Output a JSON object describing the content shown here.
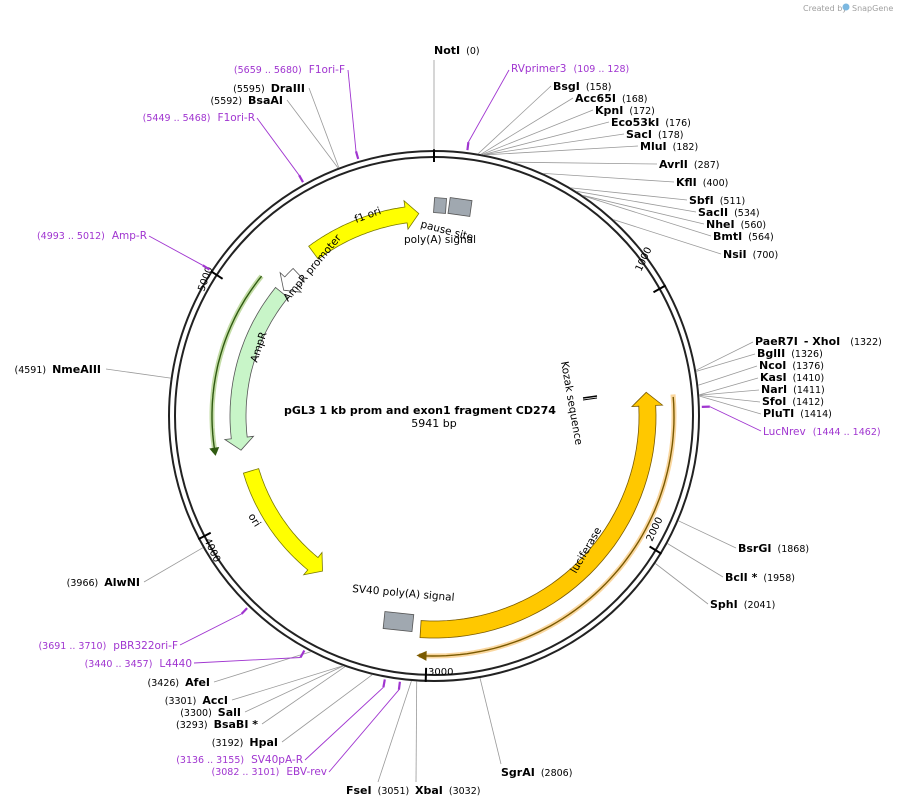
{
  "credit": {
    "prefix": "Created by",
    "brand": "SnapGene"
  },
  "plasmid": {
    "name": "pGL3 1 kb prom and exon1 fragment CD274",
    "size_label": "5941 bp",
    "length": 5941
  },
  "colors": {
    "primer": "#a035d0",
    "feature_yellow": "#ffff00",
    "ampr_green": "#c8f5c8",
    "luciferase_orange": "#ffc800",
    "pause_gray": "#a0a8b0"
  },
  "ticks": [
    {
      "label": "1000",
      "pos": 1000
    },
    {
      "label": "2000",
      "pos": 2000
    },
    {
      "label": "3000",
      "pos": 3000
    },
    {
      "label": "4000",
      "pos": 4000
    },
    {
      "label": "5000",
      "pos": 5000
    }
  ],
  "sites": [
    {
      "name": "NotI",
      "pos_label": "(0)",
      "pos": 0
    },
    {
      "name": "BsgI",
      "pos_label": "(158)",
      "pos": 158
    },
    {
      "name": "Acc65I",
      "pos_label": "(168)",
      "pos": 168
    },
    {
      "name": "KpnI",
      "pos_label": "(172)",
      "pos": 172
    },
    {
      "name": "Eco53kI",
      "pos_label": "(176)",
      "pos": 176
    },
    {
      "name": "SacI",
      "pos_label": "(178)",
      "pos": 178
    },
    {
      "name": "MluI",
      "pos_label": "(182)",
      "pos": 182
    },
    {
      "name": "AvrII",
      "pos_label": "(287)",
      "pos": 287
    },
    {
      "name": "KflI",
      "pos_label": "(400)",
      "pos": 400
    },
    {
      "name": "SbfI",
      "pos_label": "(511)",
      "pos": 511
    },
    {
      "name": "SacII",
      "pos_label": "(534)",
      "pos": 534
    },
    {
      "name": "NheI",
      "pos_label": "(560)",
      "pos": 560
    },
    {
      "name": "BmtI",
      "pos_label": "(564)",
      "pos": 564
    },
    {
      "name": "NsiI",
      "pos_label": "(700)",
      "pos": 700
    },
    {
      "name": "PaeR7I",
      "pos_label": "(1322)",
      "pos": 1322,
      "extra": "- XhoI"
    },
    {
      "name": "BglII",
      "pos_label": "(1326)",
      "pos": 1326
    },
    {
      "name": "NcoI",
      "pos_label": "(1376)",
      "pos": 1376
    },
    {
      "name": "KasI",
      "pos_label": "(1410)",
      "pos": 1410
    },
    {
      "name": "NarI",
      "pos_label": "(1411)",
      "pos": 1411
    },
    {
      "name": "SfoI",
      "pos_label": "(1412)",
      "pos": 1412
    },
    {
      "name": "PluTI",
      "pos_label": "(1414)",
      "pos": 1414
    },
    {
      "name": "BsrGI",
      "pos_label": "(1868)",
      "pos": 1868
    },
    {
      "name": "BclI *",
      "pos_label": "(1958)",
      "pos": 1958
    },
    {
      "name": "SphI",
      "pos_label": "(2041)",
      "pos": 2041
    },
    {
      "name": "SgrAI",
      "pos_label": "(2806)",
      "pos": 2806
    },
    {
      "name": "XbaI",
      "pos_label": "(3032)",
      "pos": 3032
    },
    {
      "name": "FseI",
      "pos_label": "(3051)",
      "pos": 3051
    },
    {
      "name": "HpaI",
      "pos_label": "(3192)",
      "pos": 3192
    },
    {
      "name": "BsaBI *",
      "pos_label": "(3293)",
      "pos": 3293
    },
    {
      "name": "SalI",
      "pos_label": "(3300)",
      "pos": 3300
    },
    {
      "name": "AccI",
      "pos_label": "(3301)",
      "pos": 3301
    },
    {
      "name": "AfeI",
      "pos_label": "(3426)",
      "pos": 3426
    },
    {
      "name": "AlwNI",
      "pos_label": "(3966)",
      "pos": 3966
    },
    {
      "name": "NmeAIII",
      "pos_label": "(4591)",
      "pos": 4591
    },
    {
      "name": "BsaAI",
      "pos_label": "(5592)",
      "pos": 5592
    },
    {
      "name": "DraIII",
      "pos_label": "(5595)",
      "pos": 5595
    }
  ],
  "primers": [
    {
      "name": "RVprimer3",
      "range": "(109 .. 128)",
      "pos": 118
    },
    {
      "name": "LucNrev",
      "range": "(1444 .. 1462)",
      "pos": 1453
    },
    {
      "name": "SV40pA-R",
      "range": "(3136 .. 3155)",
      "pos": 3145
    },
    {
      "name": "EBV-rev",
      "range": "(3082 .. 3101)",
      "pos": 3091
    },
    {
      "name": "L4440",
      "range": "(3440 .. 3457)",
      "pos": 3448
    },
    {
      "name": "pBR322ori-F",
      "range": "(3691 .. 3710)",
      "pos": 3700
    },
    {
      "name": "Amp-R",
      "range": "(4993 .. 5012)",
      "pos": 5002
    },
    {
      "name": "F1ori-R",
      "range": "(5449 .. 5468)",
      "pos": 5458
    },
    {
      "name": "F1ori-F",
      "range": "(5659 .. 5680)",
      "pos": 5670
    }
  ],
  "features": [
    {
      "name": "luciferase",
      "start": 1380,
      "end": 3030,
      "dir": "reverse",
      "color": "#ffc800"
    },
    {
      "name": "ori",
      "start": 3560,
      "end": 4180,
      "dir": "reverse",
      "color": "#ffff00"
    },
    {
      "name": "AmpR",
      "start": 4290,
      "end": 5100,
      "dir": "reverse",
      "color": "#c8f5c8"
    },
    {
      "name": "AmpR promoter",
      "start": 5115,
      "end": 5220,
      "dir": "reverse",
      "color": "#ffffff"
    },
    {
      "name": "f1 ori",
      "start": 5340,
      "end": 5870,
      "dir": "forward",
      "color": "#ffff00"
    },
    {
      "name": "SV40 poly(A) signal",
      "start": 3080,
      "end": 3180,
      "dir": "none",
      "color": "#a0a8b0"
    },
    {
      "name": "pause site",
      "start": 110,
      "end": 210,
      "dir": "none",
      "color": "#a0a8b0"
    },
    {
      "name": "poly(A) signal",
      "start": 40,
      "end": 90,
      "dir": "none",
      "color": "#a0a8b0"
    },
    {
      "name": "Kozak sequence",
      "start": 1370,
      "end": 1385,
      "dir": "none",
      "color": "#000000"
    }
  ]
}
